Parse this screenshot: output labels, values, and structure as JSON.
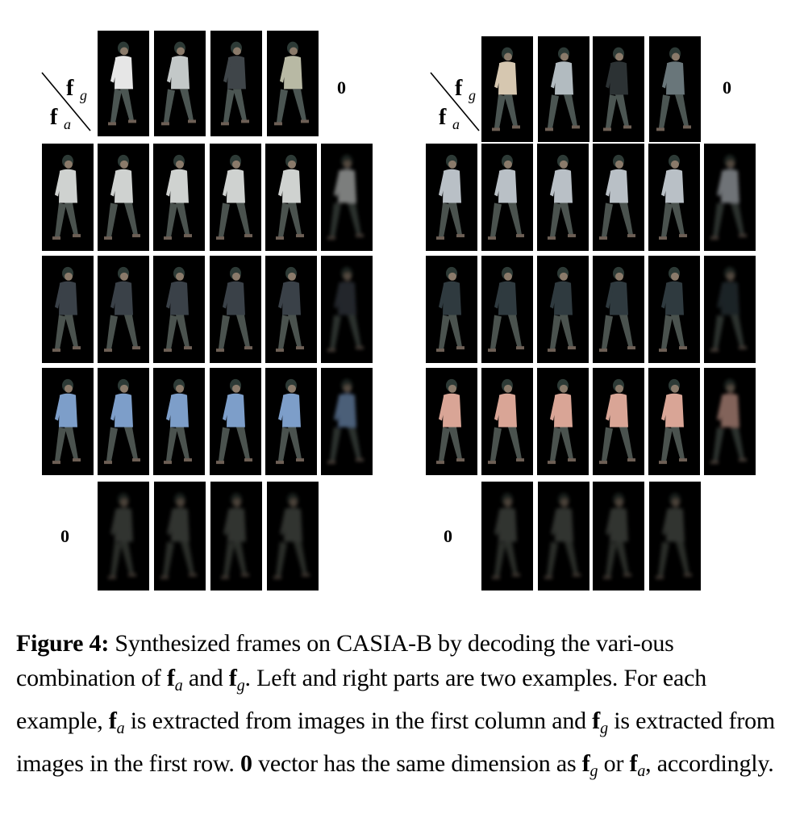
{
  "figure": {
    "zero_symbol": "0",
    "axis_labels": {
      "gait": "f",
      "gait_sub": "g",
      "appearance": "f",
      "appearance_sub": "a"
    },
    "panels": [
      {
        "name": "left-example"
      },
      {
        "name": "right-example"
      }
    ],
    "colors": {
      "left_row_clothes": [
        "#cfd2d0",
        "#3a4148",
        "#7d9ec9"
      ],
      "right_row_clothes": [
        "#b9c0c6",
        "#2f3a3f",
        "#d9a596"
      ],
      "top_row_left": [
        "#e6e6e6",
        "#c3c8c8",
        "#3f4549",
        "#b8b9a4"
      ],
      "top_row_right": [
        "#d6c7b0",
        "#b2bbc0",
        "#2c3234",
        "#69767a"
      ]
    }
  },
  "caption": {
    "label": "Figure 4:",
    "t1": " Synthesized frames on CASIA-B by decoding the vari-ous combination of ",
    "t2": " and ",
    "t3": ". Left and right parts are two examples. For each example, ",
    "t4": " is extracted from images in the first column and ",
    "t5": " is extracted from images in the first row. ",
    "t6": "0",
    "t7": " vector has the same dimension as ",
    "t8": " or ",
    "t9": ", accordingly.",
    "f": "f",
    "a": "a",
    "g": "g"
  }
}
